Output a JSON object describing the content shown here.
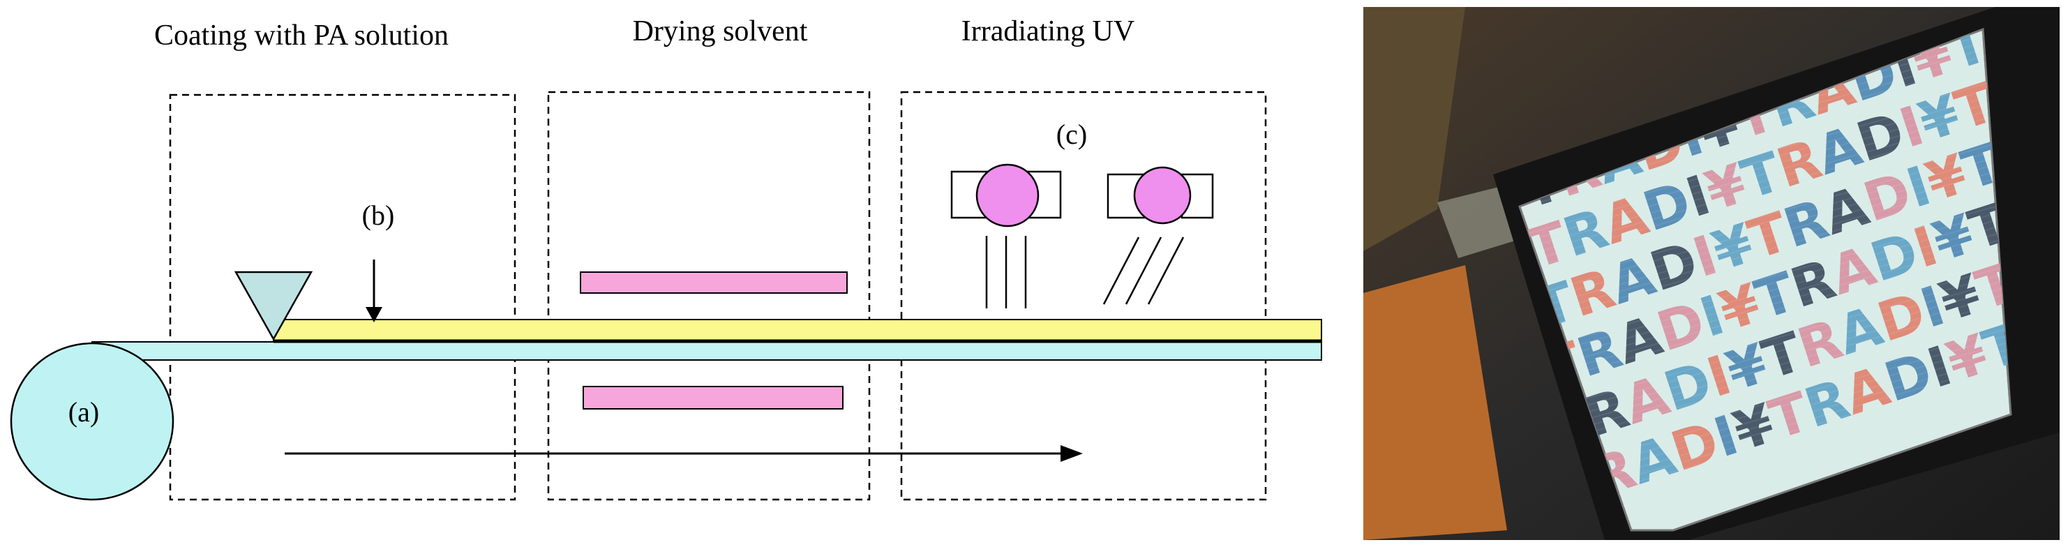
{
  "steps": [
    {
      "label": "Coating with PA solution"
    },
    {
      "label": "Drying solvent"
    },
    {
      "label": "Irradiating UV"
    }
  ],
  "markers": {
    "a": "(a)",
    "b": "(b)",
    "c": "(c)"
  },
  "photo": {
    "repeated_text": "¥TRADI",
    "text_colors": [
      "#e08a78",
      "#5a8fb8",
      "#4a5a6a",
      "#d89aa8",
      "#6aa8c8"
    ]
  },
  "colors": {
    "roll": "#bff3f3",
    "film": "#c4f4f4",
    "coating": "#fbf98e",
    "heater": "#f7a6dc",
    "uv_lamp": "#ef8fee",
    "nozzle": "#bfe3e3"
  }
}
